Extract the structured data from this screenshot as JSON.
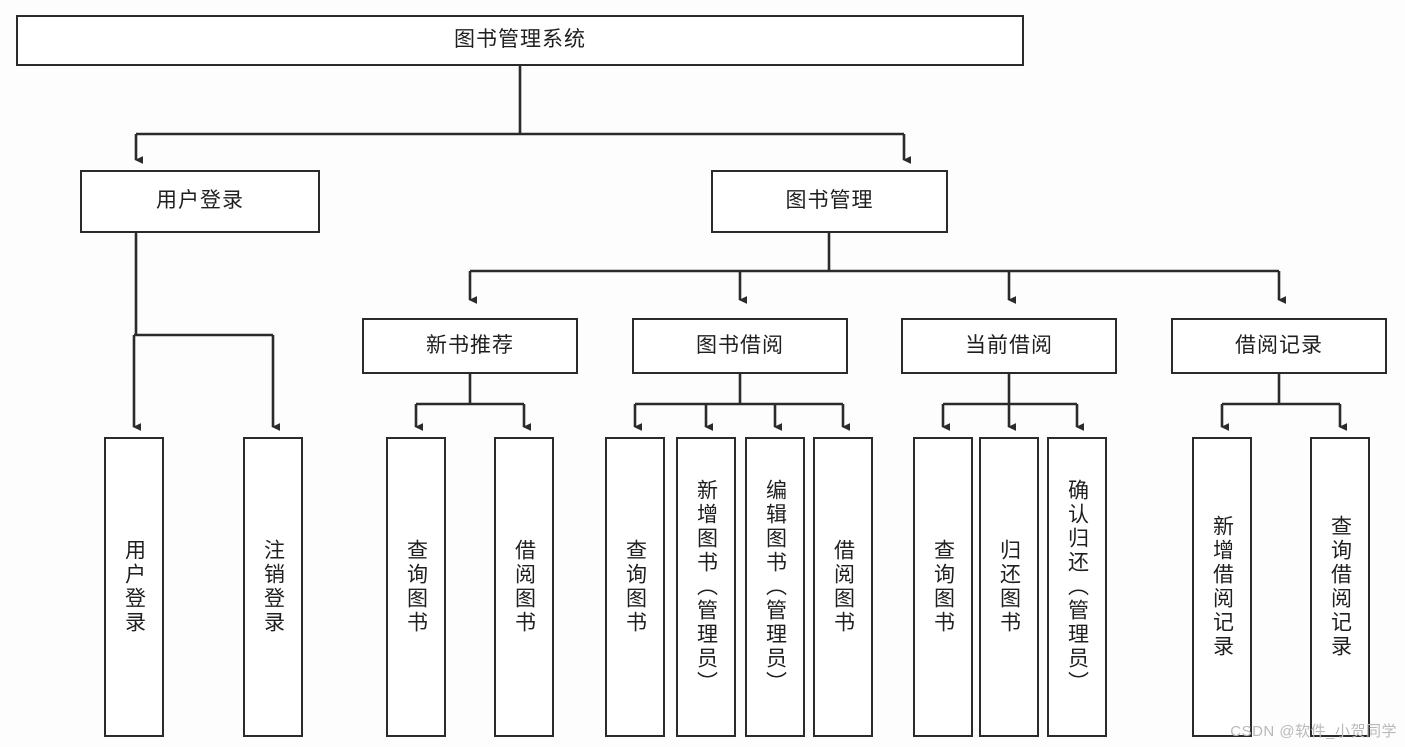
{
  "diagram": {
    "title": "图书管理系统",
    "type": "hierarchy-tree",
    "watermark": "CSDN @软件_小贺同学",
    "colors": {
      "stroke": "#2b2b2b",
      "fill": "#ffffff",
      "background": "#fdfdfd",
      "watermark": "#b9b9b9"
    },
    "root": {
      "label": "图书管理系统"
    },
    "level2": [
      {
        "id": "user-login",
        "label": "用户登录"
      },
      {
        "id": "book-manage",
        "label": "图书管理"
      }
    ],
    "level3": [
      {
        "id": "new-book-recommend",
        "label": "新书推荐"
      },
      {
        "id": "book-borrow",
        "label": "图书借阅"
      },
      {
        "id": "current-borrow",
        "label": "当前借阅"
      },
      {
        "id": "borrow-record",
        "label": "借阅记录"
      }
    ],
    "leaves": {
      "user_login": [
        {
          "id": "leaf-user-login",
          "label": "用户登录"
        },
        {
          "id": "leaf-logout-login",
          "label": "注销登录"
        }
      ],
      "new_book_recommend": [
        {
          "id": "leaf-query-book-1",
          "label": "查询图书"
        },
        {
          "id": "leaf-borrow-book-1",
          "label": "借阅图书"
        }
      ],
      "book_borrow": [
        {
          "id": "leaf-query-book-2",
          "label": "查询图书"
        },
        {
          "id": "leaf-add-book",
          "label": "新增图书（管理员）"
        },
        {
          "id": "leaf-edit-book",
          "label": "编辑图书（管理员）"
        },
        {
          "id": "leaf-borrow-book-2",
          "label": "借阅图书"
        }
      ],
      "current_borrow": [
        {
          "id": "leaf-query-book-3",
          "label": "查询图书"
        },
        {
          "id": "leaf-return-book",
          "label": "归还图书"
        },
        {
          "id": "leaf-confirm-return",
          "label": "确认归还（管理员）"
        }
      ],
      "borrow_record": [
        {
          "id": "leaf-add-record",
          "label": "新增借阅记录"
        },
        {
          "id": "leaf-query-record",
          "label": "查询借阅记录"
        }
      ]
    }
  }
}
